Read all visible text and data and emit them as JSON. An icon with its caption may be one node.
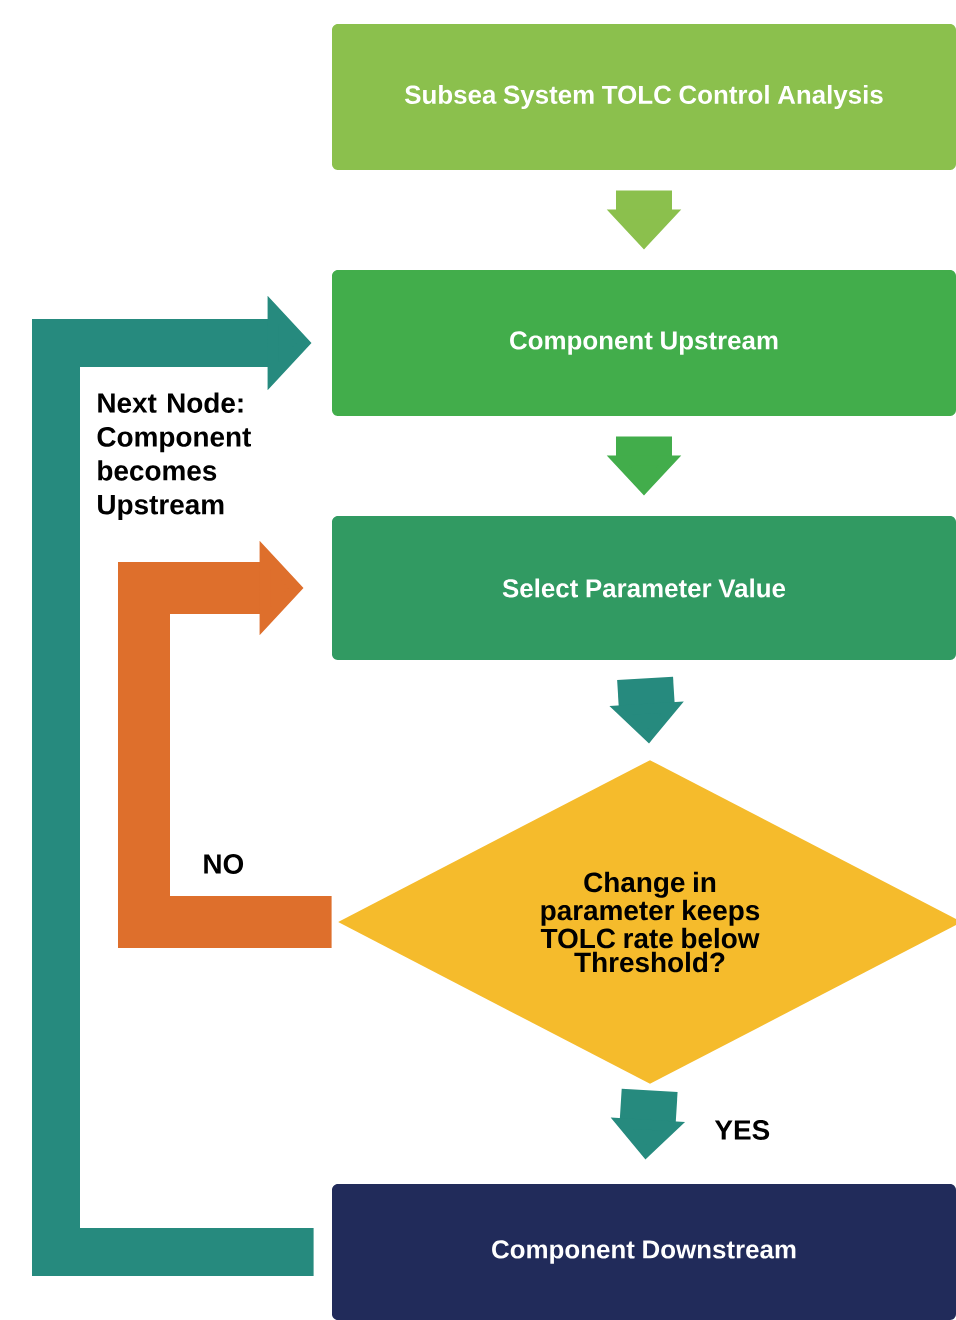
{
  "diagram": {
    "nodes": [
      {
        "text": [
          "Subsea System TOLC Control Analysis"
        ]
      },
      {
        "text": [
          "Component Upstream"
        ]
      },
      {
        "text": [
          "Select Parameter Value"
        ]
      },
      {
        "text": [
          "Change in parameter keeps TOLC rate below Threshold?"
        ]
      },
      {
        "text": [
          "Component Downstream"
        ]
      }
    ],
    "edges": [
      {
        "from": 0,
        "to": 1,
        "arrow": "to",
        "color": "#8bc04d"
      },
      {
        "from": 1,
        "to": 2,
        "arrow": "to",
        "color": "#42ad4b"
      },
      {
        "from": 2,
        "to": 3,
        "arrow": "to"
      },
      {
        "from": 3,
        "to": 2,
        "arrow": "to",
        "label": "NO",
        "color": "#de6f2c"
      },
      {
        "from": 3,
        "to": 4,
        "arrow": "to",
        "label": "YES"
      },
      {
        "from": 4,
        "to": 1,
        "arrow": "to",
        "label": "Next Node: Component becomes Upstream"
      }
    ]
  }
}
